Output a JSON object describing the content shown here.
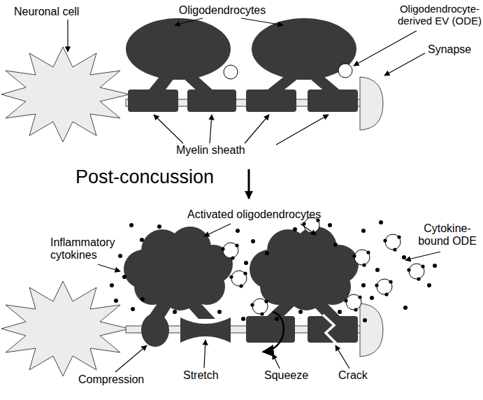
{
  "diagram": {
    "labels": [
      "Neuronal cell",
      "Oligodendrocytes",
      "Oligodendrocyte-derived EV (ODE)",
      "Synapse",
      "Myelin sheath",
      "Post-concussion",
      "Inflammatory cytokines",
      "Activated oligodendrocytes",
      "Cytokine-bound ODE",
      "Compression",
      "Stretch",
      "Squeeze",
      "Crack"
    ]
  }
}
